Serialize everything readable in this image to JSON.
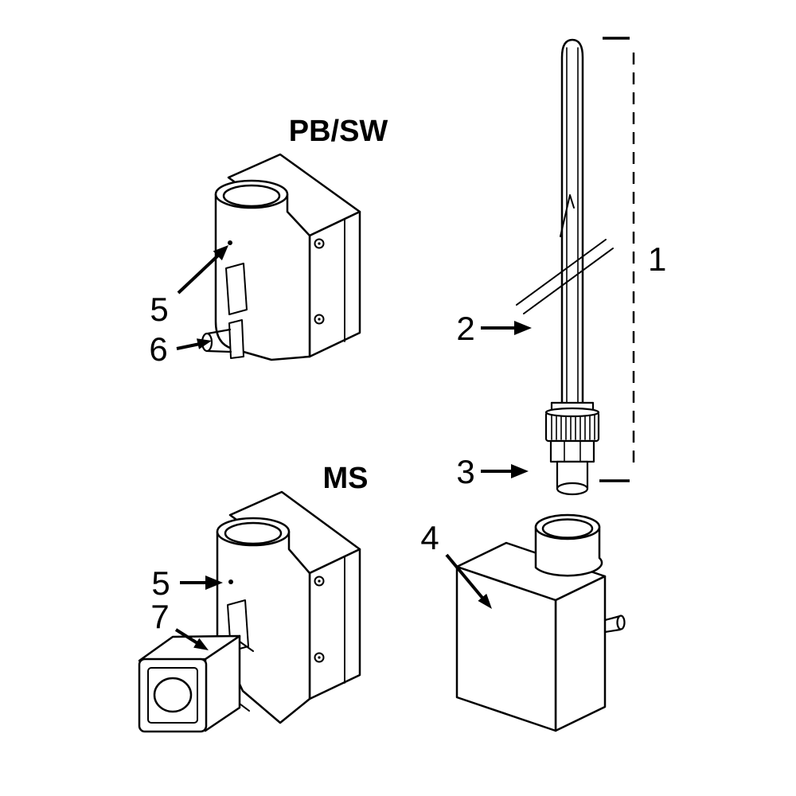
{
  "diagram": {
    "background": "#ffffff",
    "line_color": "#000000",
    "variant_labels": {
      "top": "PB/SW",
      "bottom": "MS"
    },
    "callouts": {
      "c1": "1",
      "c2": "2",
      "c3": "3",
      "c4": "4",
      "c5_top": "5",
      "c5_bottom": "5",
      "c6": "6",
      "c7": "7"
    }
  }
}
